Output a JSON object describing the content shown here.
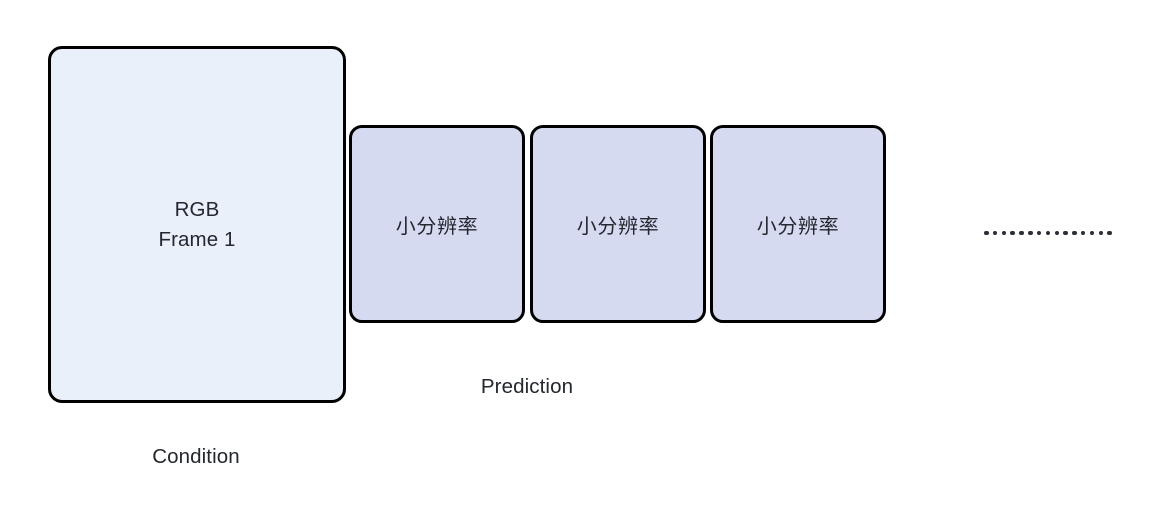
{
  "diagram": {
    "background_color": "#ffffff",
    "condition": {
      "label": "Condition",
      "box_text": "RGB\nFrame 1",
      "fill_color": "#eaf0fa",
      "border_color": "#000000"
    },
    "prediction": {
      "label": "Prediction",
      "fill_color": "#d6daf1",
      "border_color": "#000000",
      "boxes": [
        {
          "text": "小分辨率"
        },
        {
          "text": "小分辨率"
        },
        {
          "text": "小分辨率"
        }
      ]
    },
    "continuation": {
      "name": "ellipsis",
      "dot_count": 15,
      "dot_color": "#2b2f36"
    },
    "text_color": "#23272e"
  }
}
